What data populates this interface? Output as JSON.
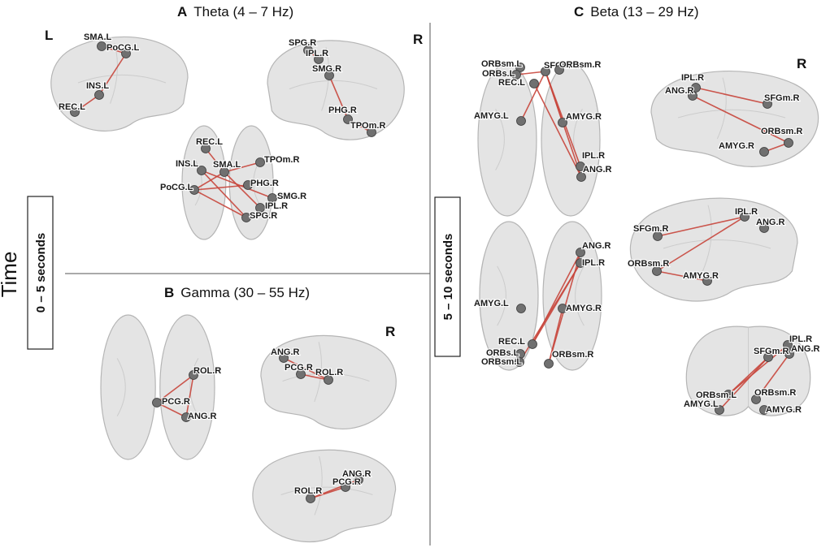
{
  "panels": [
    {
      "letter": "A",
      "title": "Theta (4 – 7 Hz)"
    },
    {
      "letter": "B",
      "title": "Gamma (30 – 55 Hz)"
    },
    {
      "letter": "C",
      "title": "Beta (13 – 29 Hz)"
    }
  ],
  "side_labels": {
    "left": "L",
    "right": "R"
  },
  "time_axis": {
    "label": "Time",
    "period_1": "0 – 5 seconds",
    "period_2": "5 – 10 seconds"
  },
  "views": [
    {
      "id": "A-left-lateral",
      "panel": "A",
      "nodes": [
        {
          "id": "SMA.L"
        },
        {
          "id": "PoCG.L"
        },
        {
          "id": "INS.L"
        },
        {
          "id": "REC.L"
        }
      ],
      "edges": [
        [
          "SMA.L",
          "PoCG.L"
        ],
        [
          "PoCG.L",
          "INS.L"
        ],
        [
          "INS.L",
          "REC.L"
        ]
      ]
    },
    {
      "id": "A-right-lateral",
      "panel": "A",
      "nodes": [
        {
          "id": "SPG.R"
        },
        {
          "id": "IPL.R"
        },
        {
          "id": "SMG.R"
        },
        {
          "id": "PHG.R"
        },
        {
          "id": "TPOm.R"
        }
      ],
      "edges": [
        [
          "SPG.R",
          "IPL.R"
        ],
        [
          "SMG.R",
          "PHG.R"
        ],
        [
          "PHG.R",
          "TPOm.R"
        ]
      ]
    },
    {
      "id": "A-axial",
      "panel": "A",
      "nodes": [
        {
          "id": "REC.L"
        },
        {
          "id": "TPOm.R"
        },
        {
          "id": "INS.L"
        },
        {
          "id": "SMA.L"
        },
        {
          "id": "PHG.R"
        },
        {
          "id": "PoCG.L"
        },
        {
          "id": "SMG.R"
        },
        {
          "id": "IPL.R"
        },
        {
          "id": "SPG.R"
        }
      ],
      "edges": [
        [
          "SMA.L",
          "TPOm.R"
        ],
        [
          "SMA.L",
          "REC.L"
        ],
        [
          "INS.L",
          "SMG.R"
        ],
        [
          "PoCG.L",
          "PHG.R"
        ],
        [
          "PoCG.L",
          "SMA.L"
        ],
        [
          "PoCG.L",
          "SPG.R"
        ],
        [
          "SMA.L",
          "IPL.R"
        ],
        [
          "INS.L",
          "SPG.R"
        ]
      ]
    },
    {
      "id": "B-axial",
      "panel": "B",
      "nodes": [
        {
          "id": "ROL.R"
        },
        {
          "id": "PCG.R"
        },
        {
          "id": "ANG.R"
        }
      ],
      "edges": [
        [
          "ROL.R",
          "PCG.R"
        ],
        [
          "ROL.R",
          "ANG.R"
        ],
        [
          "PCG.R",
          "ANG.R"
        ]
      ]
    },
    {
      "id": "B-right-lateral",
      "panel": "B",
      "nodes": [
        {
          "id": "ANG.R"
        },
        {
          "id": "PCG.R"
        },
        {
          "id": "ROL.R"
        }
      ],
      "edges": [
        [
          "ANG.R",
          "ROL.R"
        ],
        [
          "PCG.R",
          "ROL.R"
        ]
      ]
    },
    {
      "id": "B-left-lateral",
      "panel": "B",
      "nodes": [
        {
          "id": "ANG.R"
        },
        {
          "id": "ROL.R"
        },
        {
          "id": "PCG.R"
        }
      ],
      "edges": [
        [
          "ROL.R",
          "ANG.R"
        ],
        [
          "ROL.R",
          "PCG.R"
        ],
        [
          "PCG.R",
          "ANG.R"
        ]
      ]
    },
    {
      "id": "C-axial-top",
      "panel": "C",
      "nodes": [
        {
          "id": "ORBsm.L"
        },
        {
          "id": "ORBs.L"
        },
        {
          "id": "SFGm.R"
        },
        {
          "id": "ORBsm.R"
        },
        {
          "id": "REC.L"
        },
        {
          "id": "AMYG.L"
        },
        {
          "id": "AMYG.R"
        },
        {
          "id": "IPL.R"
        },
        {
          "id": "ANG.R"
        }
      ],
      "edges": [
        [
          "SFGm.R",
          "AMYG.L"
        ],
        [
          "SFGm.R",
          "IPL.R"
        ],
        [
          "SFGm.R",
          "ANG.R"
        ],
        [
          "REC.L",
          "ANG.R"
        ],
        [
          "SFGm.R",
          "AMYG.R"
        ],
        [
          "ORBs.L",
          "SFGm.R"
        ]
      ]
    },
    {
      "id": "C-right-lateral-1",
      "panel": "C",
      "nodes": [
        {
          "id": "IPL.R"
        },
        {
          "id": "ANG.R"
        },
        {
          "id": "SFGm.R"
        },
        {
          "id": "ORBsm.R"
        },
        {
          "id": "AMYG.R"
        }
      ],
      "edges": [
        [
          "IPL.R",
          "SFGm.R"
        ],
        [
          "ANG.R",
          "ORBsm.R"
        ],
        [
          "AMYG.R",
          "ORBsm.R"
        ]
      ]
    },
    {
      "id": "C-right-lateral-2",
      "panel": "C",
      "nodes": [
        {
          "id": "IPL.R"
        },
        {
          "id": "ANG.R"
        },
        {
          "id": "SFGm.R"
        },
        {
          "id": "ORBsm.R"
        },
        {
          "id": "AMYG.R"
        }
      ],
      "edges": [
        [
          "SFGm.R",
          "IPL.R"
        ],
        [
          "ORBsm.R",
          "IPL.R"
        ],
        [
          "ORBsm.R",
          "AMYG.R"
        ]
      ]
    },
    {
      "id": "C-axial-bottom",
      "panel": "C",
      "nodes": [
        {
          "id": "ANG.R"
        },
        {
          "id": "IPL.R"
        },
        {
          "id": "AMYG.L"
        },
        {
          "id": "AMYG.R"
        },
        {
          "id": "REC.L"
        },
        {
          "id": "ORBs.L"
        },
        {
          "id": "ORBsm.L"
        },
        {
          "id": "ORBsm.R"
        }
      ],
      "edges": [
        [
          "REC.L",
          "ANG.R"
        ],
        [
          "REC.L",
          "IPL.R"
        ],
        [
          "ORBsm.R",
          "ANG.R"
        ],
        [
          "ORBsm.R",
          "AMYG.R"
        ],
        [
          "ORBsm.L",
          "IPL.R"
        ]
      ]
    },
    {
      "id": "C-coronal",
      "panel": "C",
      "nodes": [
        {
          "id": "IPL.R"
        },
        {
          "id": "ANG.R"
        },
        {
          "id": "SFGm.R"
        },
        {
          "id": "ORBsm.L"
        },
        {
          "id": "ORBsm.R"
        },
        {
          "id": "AMYG.L"
        },
        {
          "id": "AMYG.R"
        }
      ],
      "edges": [
        [
          "SFGm.R",
          "AMYG.L"
        ],
        [
          "IPL.R",
          "ORBsm.L"
        ],
        [
          "ANG.R",
          "ORBsm.R"
        ],
        [
          "SFGm.R",
          "ORBsm.L"
        ]
      ]
    }
  ]
}
